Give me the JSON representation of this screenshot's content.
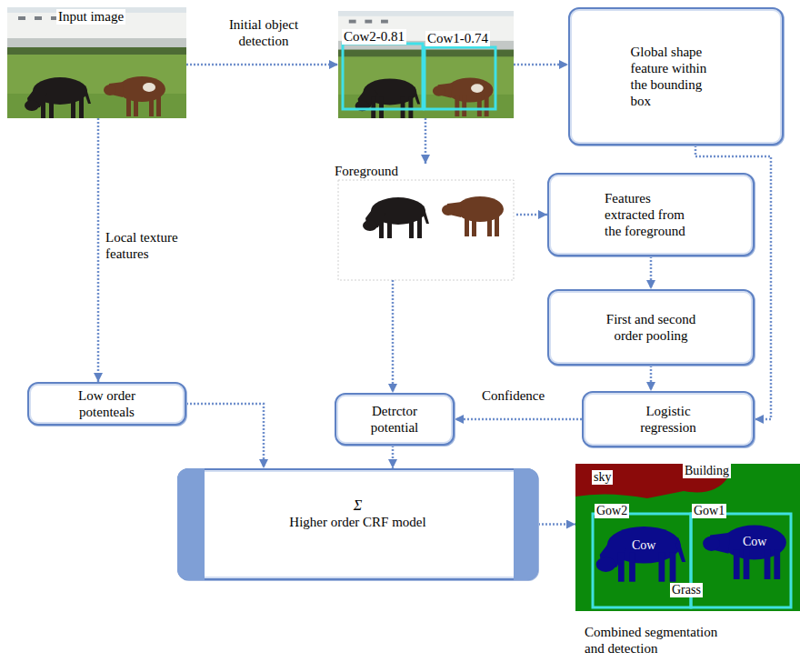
{
  "diagram": {
    "nodes": [
      {
        "text": [
          "Input image"
        ]
      },
      {
        "text": [
          "Cow2-0.81",
          "Cow1-0.74"
        ]
      },
      {
        "text": [
          "Global shape feature within the bounding box"
        ]
      },
      {
        "text": [
          "Foreground"
        ]
      },
      {
        "text": [
          "Features extracted from the foreground"
        ]
      },
      {
        "text": [
          "First and second order pooling"
        ]
      },
      {
        "text": [
          "Logistic regression"
        ]
      },
      {
        "text": [
          "Detrctor potential"
        ]
      },
      {
        "text": [
          "Low order potenteals"
        ]
      },
      {
        "text": [
          "Σ",
          "Higher order CRF model"
        ]
      },
      {
        "text": [
          "sky",
          "Building",
          "Gow2",
          "Gow1",
          "Cow",
          "Cow",
          "Grass",
          "Combined segmentation and detection"
        ]
      }
    ],
    "edges": [
      {
        "from": 0,
        "to": 1,
        "arrow": "to",
        "label": "Initial object detection"
      },
      {
        "from": 0,
        "to": 8,
        "arrow": "to",
        "label": "Local texture features"
      },
      {
        "from": 1,
        "to": 2,
        "arrow": "to"
      },
      {
        "from": 1,
        "to": 3,
        "arrow": "to"
      },
      {
        "from": 3,
        "to": 4,
        "arrow": "to"
      },
      {
        "from": 4,
        "to": 5,
        "arrow": "to"
      },
      {
        "from": 5,
        "to": 6,
        "arrow": "to"
      },
      {
        "from": 2,
        "to": 6,
        "arrow": "to"
      },
      {
        "from": 6,
        "to": 7,
        "arrow": "to",
        "label": "Confidence"
      },
      {
        "from": 3,
        "to": 7,
        "arrow": "to"
      },
      {
        "from": 8,
        "to": 9,
        "arrow": "to"
      },
      {
        "from": 7,
        "to": 9,
        "arrow": "to"
      },
      {
        "from": 9,
        "to": 10,
        "arrow": "to"
      }
    ]
  }
}
